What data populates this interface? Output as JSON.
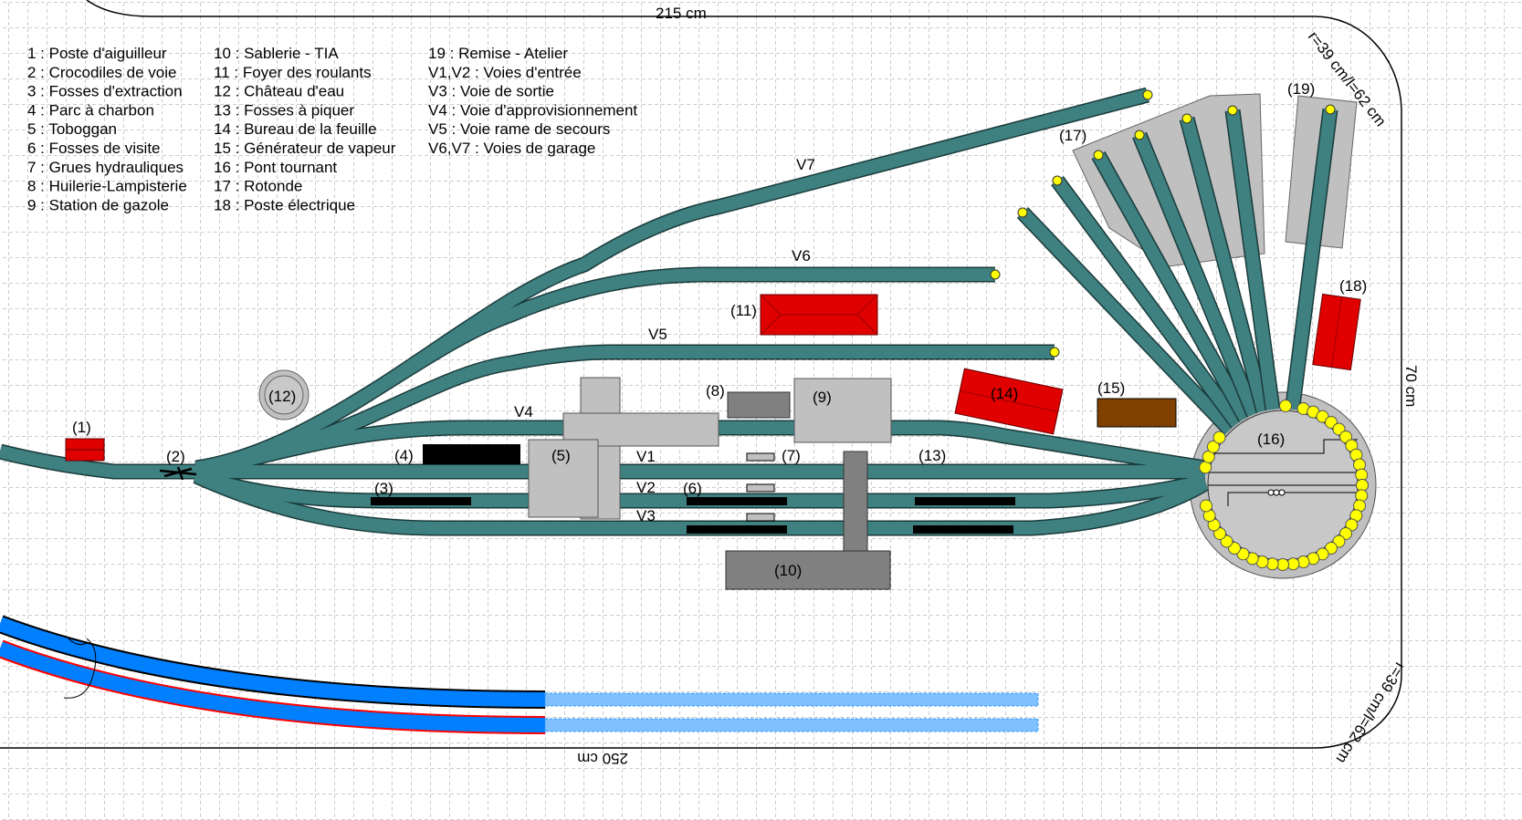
{
  "dimensions": {
    "top": "215 cm",
    "bottom": "250 cm",
    "right": "70 cm",
    "radius_top": "r=39 cm/l=62 cm",
    "radius_bottom": "r=39 cm/l=62 cm"
  },
  "legend": {
    "col1": [
      "1 : Poste d'aiguilleur",
      "2 : Crocodiles de voie",
      "3 : Fosses d'extraction",
      "4 : Parc à charbon",
      "5 : Toboggan",
      "6 : Fosses de visite",
      "7 : Grues hydrauliques",
      "8 : Huilerie-Lampisterie",
      "9 : Station de gazole"
    ],
    "col2": [
      "10 : Sablerie - TIA",
      "11 : Foyer des roulants",
      "12 : Château d'eau",
      "13 : Fosses à piquer",
      "14 : Bureau de la feuille",
      "15 : Générateur de vapeur",
      "16 : Pont tournant",
      "17 : Rotonde",
      "18 : Poste électrique"
    ],
    "col3": [
      "19 : Remise - Atelier",
      "V1,V2 : Voies d'entrée",
      "V3 : Voie de sortie",
      "V4 : Voie d'approvisionnement",
      "V5 : Voie rame de secours",
      "V6,V7 : Voies de garage"
    ]
  },
  "labels": {
    "n1": "(1)",
    "n2": "(2)",
    "n3": "(3)",
    "n4": "(4)",
    "n5": "(5)",
    "n6": "(6)",
    "n7": "(7)",
    "n8": "(8)",
    "n9": "(9)",
    "n10": "(10)",
    "n11": "(11)",
    "n12": "(12)",
    "n13": "(13)",
    "n14": "(14)",
    "n15": "(15)",
    "n16": "(16)",
    "n17": "(17)",
    "n18": "(18)",
    "n19": "(19)",
    "v1": "V1",
    "v2": "V2",
    "v3": "V3",
    "v4": "V4",
    "v5": "V5",
    "v6": "V6",
    "v7": "V7"
  },
  "colors": {
    "track": "#3f8080",
    "building_red": "#e00000",
    "building_grey": "#c0c0c0",
    "building_dark": "#808080",
    "generator_brown": "#804000",
    "lamp_yellow": "#ffff00",
    "main_line_blue": "#0080ff",
    "main_line_light": "#80c0ff"
  }
}
